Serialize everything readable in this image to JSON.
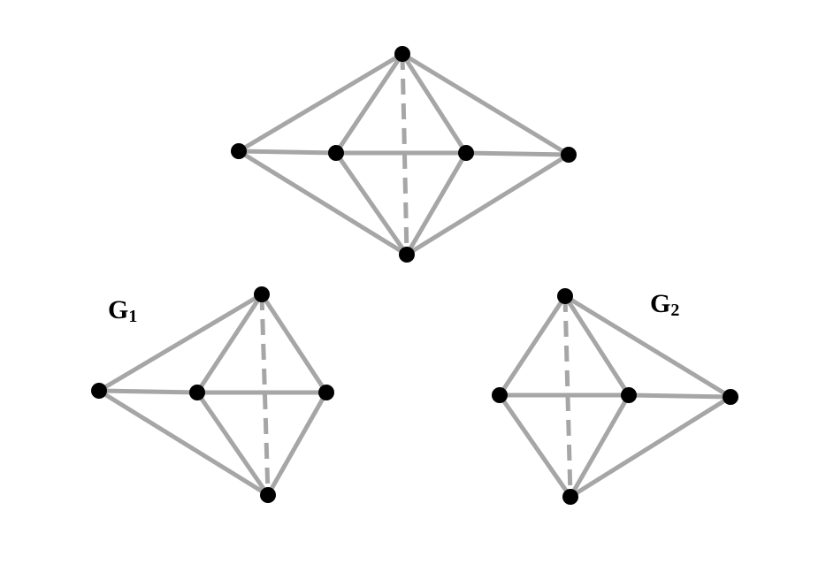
{
  "colors": {
    "edge": "#a6a6a6",
    "vertex": "#000000",
    "background": "#ffffff"
  },
  "graphs": [
    {
      "id": "top",
      "label": "",
      "label_sub": "",
      "vertices": [
        "apex",
        "left",
        "inner-left",
        "inner-right",
        "right",
        "bottom"
      ],
      "edges": [
        [
          "apex",
          "left",
          "solid"
        ],
        [
          "apex",
          "inner-left",
          "solid"
        ],
        [
          "apex",
          "inner-right",
          "solid"
        ],
        [
          "apex",
          "right",
          "solid"
        ],
        [
          "apex",
          "bottom",
          "dashed"
        ],
        [
          "left",
          "inner-left",
          "solid"
        ],
        [
          "inner-left",
          "inner-right",
          "solid"
        ],
        [
          "inner-right",
          "right",
          "solid"
        ],
        [
          "left",
          "bottom",
          "solid"
        ],
        [
          "inner-left",
          "bottom",
          "solid"
        ],
        [
          "inner-right",
          "bottom",
          "solid"
        ],
        [
          "right",
          "bottom",
          "solid"
        ]
      ]
    },
    {
      "id": "g1",
      "label": "G",
      "label_sub": "1",
      "vertices": [
        "apex",
        "left",
        "inner",
        "right",
        "bottom"
      ],
      "edges": [
        [
          "apex",
          "left",
          "solid"
        ],
        [
          "apex",
          "inner",
          "solid"
        ],
        [
          "apex",
          "right",
          "solid"
        ],
        [
          "apex",
          "bottom",
          "dashed"
        ],
        [
          "left",
          "inner",
          "solid"
        ],
        [
          "inner",
          "right",
          "solid"
        ],
        [
          "left",
          "bottom",
          "solid"
        ],
        [
          "inner",
          "bottom",
          "solid"
        ],
        [
          "right",
          "bottom",
          "solid"
        ]
      ]
    },
    {
      "id": "g2",
      "label": "G",
      "label_sub": "2",
      "vertices": [
        "apex",
        "left",
        "inner",
        "right",
        "bottom"
      ],
      "edges": [
        [
          "apex",
          "left",
          "solid"
        ],
        [
          "apex",
          "inner",
          "solid"
        ],
        [
          "apex",
          "right",
          "solid"
        ],
        [
          "apex",
          "bottom",
          "dashed"
        ],
        [
          "left",
          "inner",
          "solid"
        ],
        [
          "inner",
          "right",
          "solid"
        ],
        [
          "left",
          "bottom",
          "solid"
        ],
        [
          "inner",
          "bottom",
          "solid"
        ],
        [
          "right",
          "bottom",
          "solid"
        ]
      ]
    }
  ]
}
